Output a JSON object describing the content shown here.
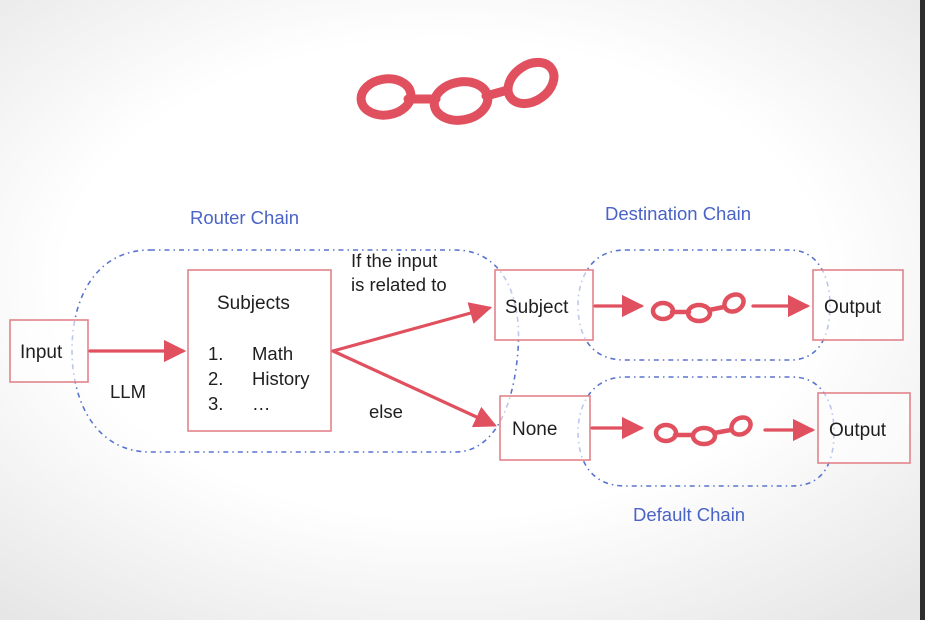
{
  "labels": {
    "router_chain": "Router Chain",
    "destination_chain": "Destination Chain",
    "default_chain": "Default Chain",
    "llm": "LLM",
    "condition_line1": "If the input",
    "condition_line2": "is related to",
    "else": "else"
  },
  "nodes": {
    "input": "Input",
    "subjects_title": "Subjects",
    "subject": "Subject",
    "none": "None",
    "output_top": "Output",
    "output_bottom": "Output"
  },
  "subjects_list": [
    {
      "num": "1.",
      "text": "Math"
    },
    {
      "num": "2.",
      "text": "History"
    },
    {
      "num": "3.",
      "text": "…"
    }
  ],
  "colors": {
    "accent_red": "#e0505e",
    "box_border": "#e2848b",
    "dashed_blue": "#5a74d0",
    "label_blue": "#4a63c6"
  }
}
